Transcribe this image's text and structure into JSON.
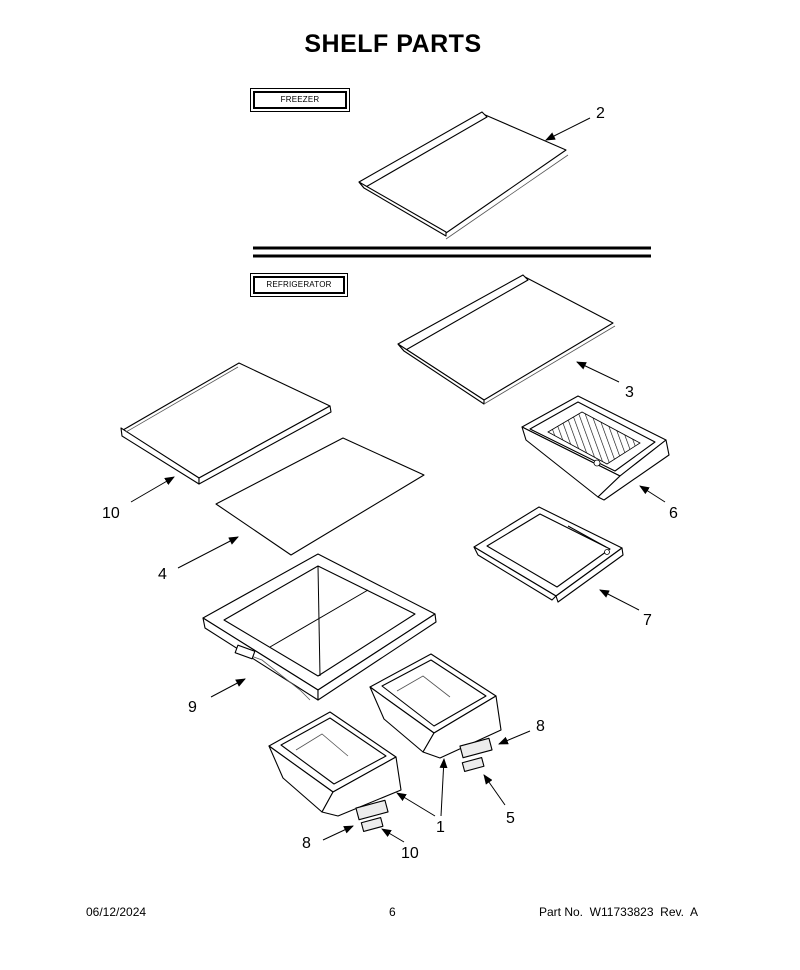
{
  "title": "SHELF  PARTS",
  "sections": {
    "freezer": "FREEZER",
    "refrigerator": "REFRIGERATOR"
  },
  "callouts": [
    "2",
    "3",
    "6",
    "10",
    "4",
    "7",
    "9",
    "8",
    "1",
    "5",
    "8",
    "10"
  ],
  "footer": {
    "date": "06/12/2024",
    "page": "6",
    "part_number": "Part No.  W11733823  Rev.  A"
  }
}
